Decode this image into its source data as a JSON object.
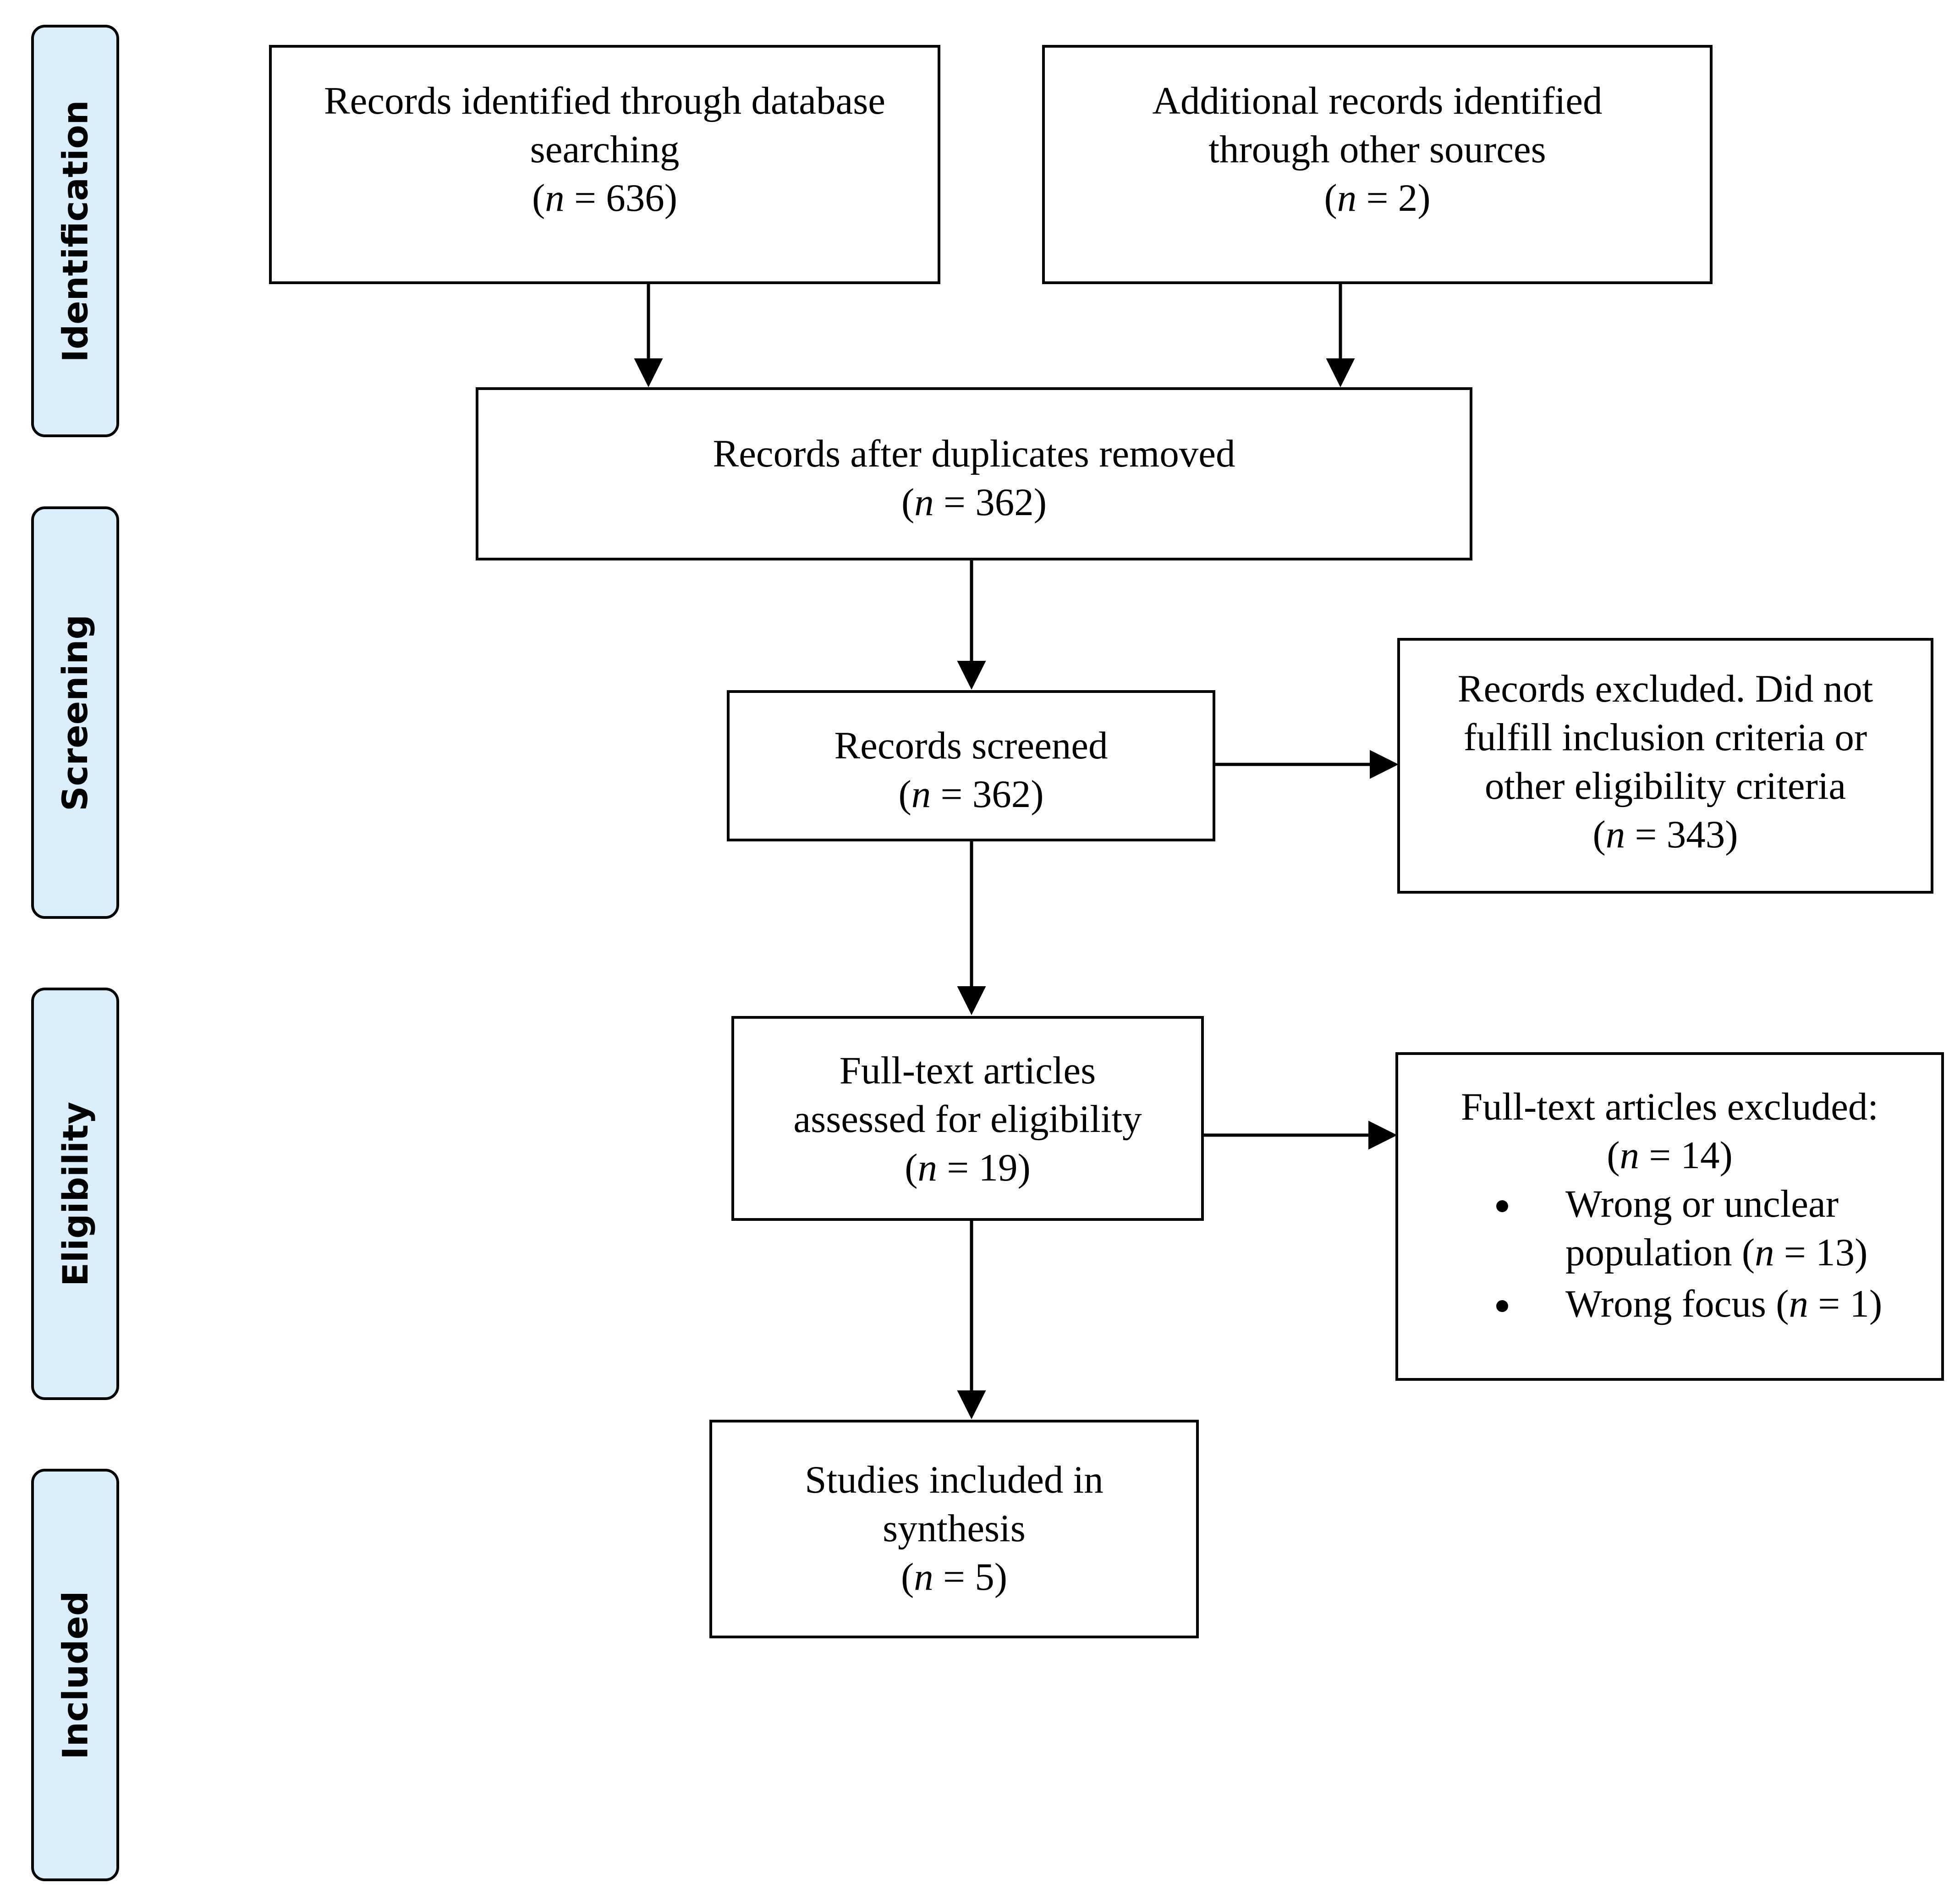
{
  "phases": {
    "identification": "Identification",
    "screening": "Screening",
    "eligibility": "Eligibility",
    "included": "Included"
  },
  "colors": {
    "phase_fill": "#dbeefc",
    "stroke": "#000000",
    "background": "#ffffff"
  },
  "boxes": {
    "database": {
      "lines": [
        "Records identified through database",
        "searching"
      ],
      "count_var": "n",
      "count_rest": " = 636"
    },
    "other_sources": {
      "lines": [
        "Additional records identified",
        "through other sources"
      ],
      "count_var": "n",
      "count_rest": " = 2"
    },
    "duplicates": {
      "lines": [
        "Records after duplicates removed"
      ],
      "count_var": "n",
      "count_rest": " = 362"
    },
    "screened": {
      "lines": [
        "Records screened"
      ],
      "count_var": "n",
      "count_rest": " = 362"
    },
    "excluded": {
      "lines": [
        "Records excluded. Did not",
        "fulfill inclusion criteria or",
        "other eligibility criteria"
      ],
      "count_var": "n",
      "count_rest": " = 343"
    },
    "fulltext": {
      "lines": [
        "Full-text articles",
        "assessed for eligibility"
      ],
      "count_var": "n",
      "count_rest": " = 19"
    },
    "fulltext_excluded": {
      "lines": [
        "Full-text articles excluded:"
      ],
      "count_var": "n",
      "count_rest": " = 14",
      "reasons": [
        {
          "text_a": "Wrong or unclear",
          "text_b_pre": "population (",
          "var": "n",
          "text_b_post": " = 13)"
        },
        {
          "text_a": "Wrong focus (",
          "var": "n",
          "text_b_post": " = 1)"
        }
      ]
    },
    "included": {
      "lines": [
        "Studies included in",
        "synthesis"
      ],
      "count_var": "n",
      "count_rest": " = 5"
    }
  }
}
